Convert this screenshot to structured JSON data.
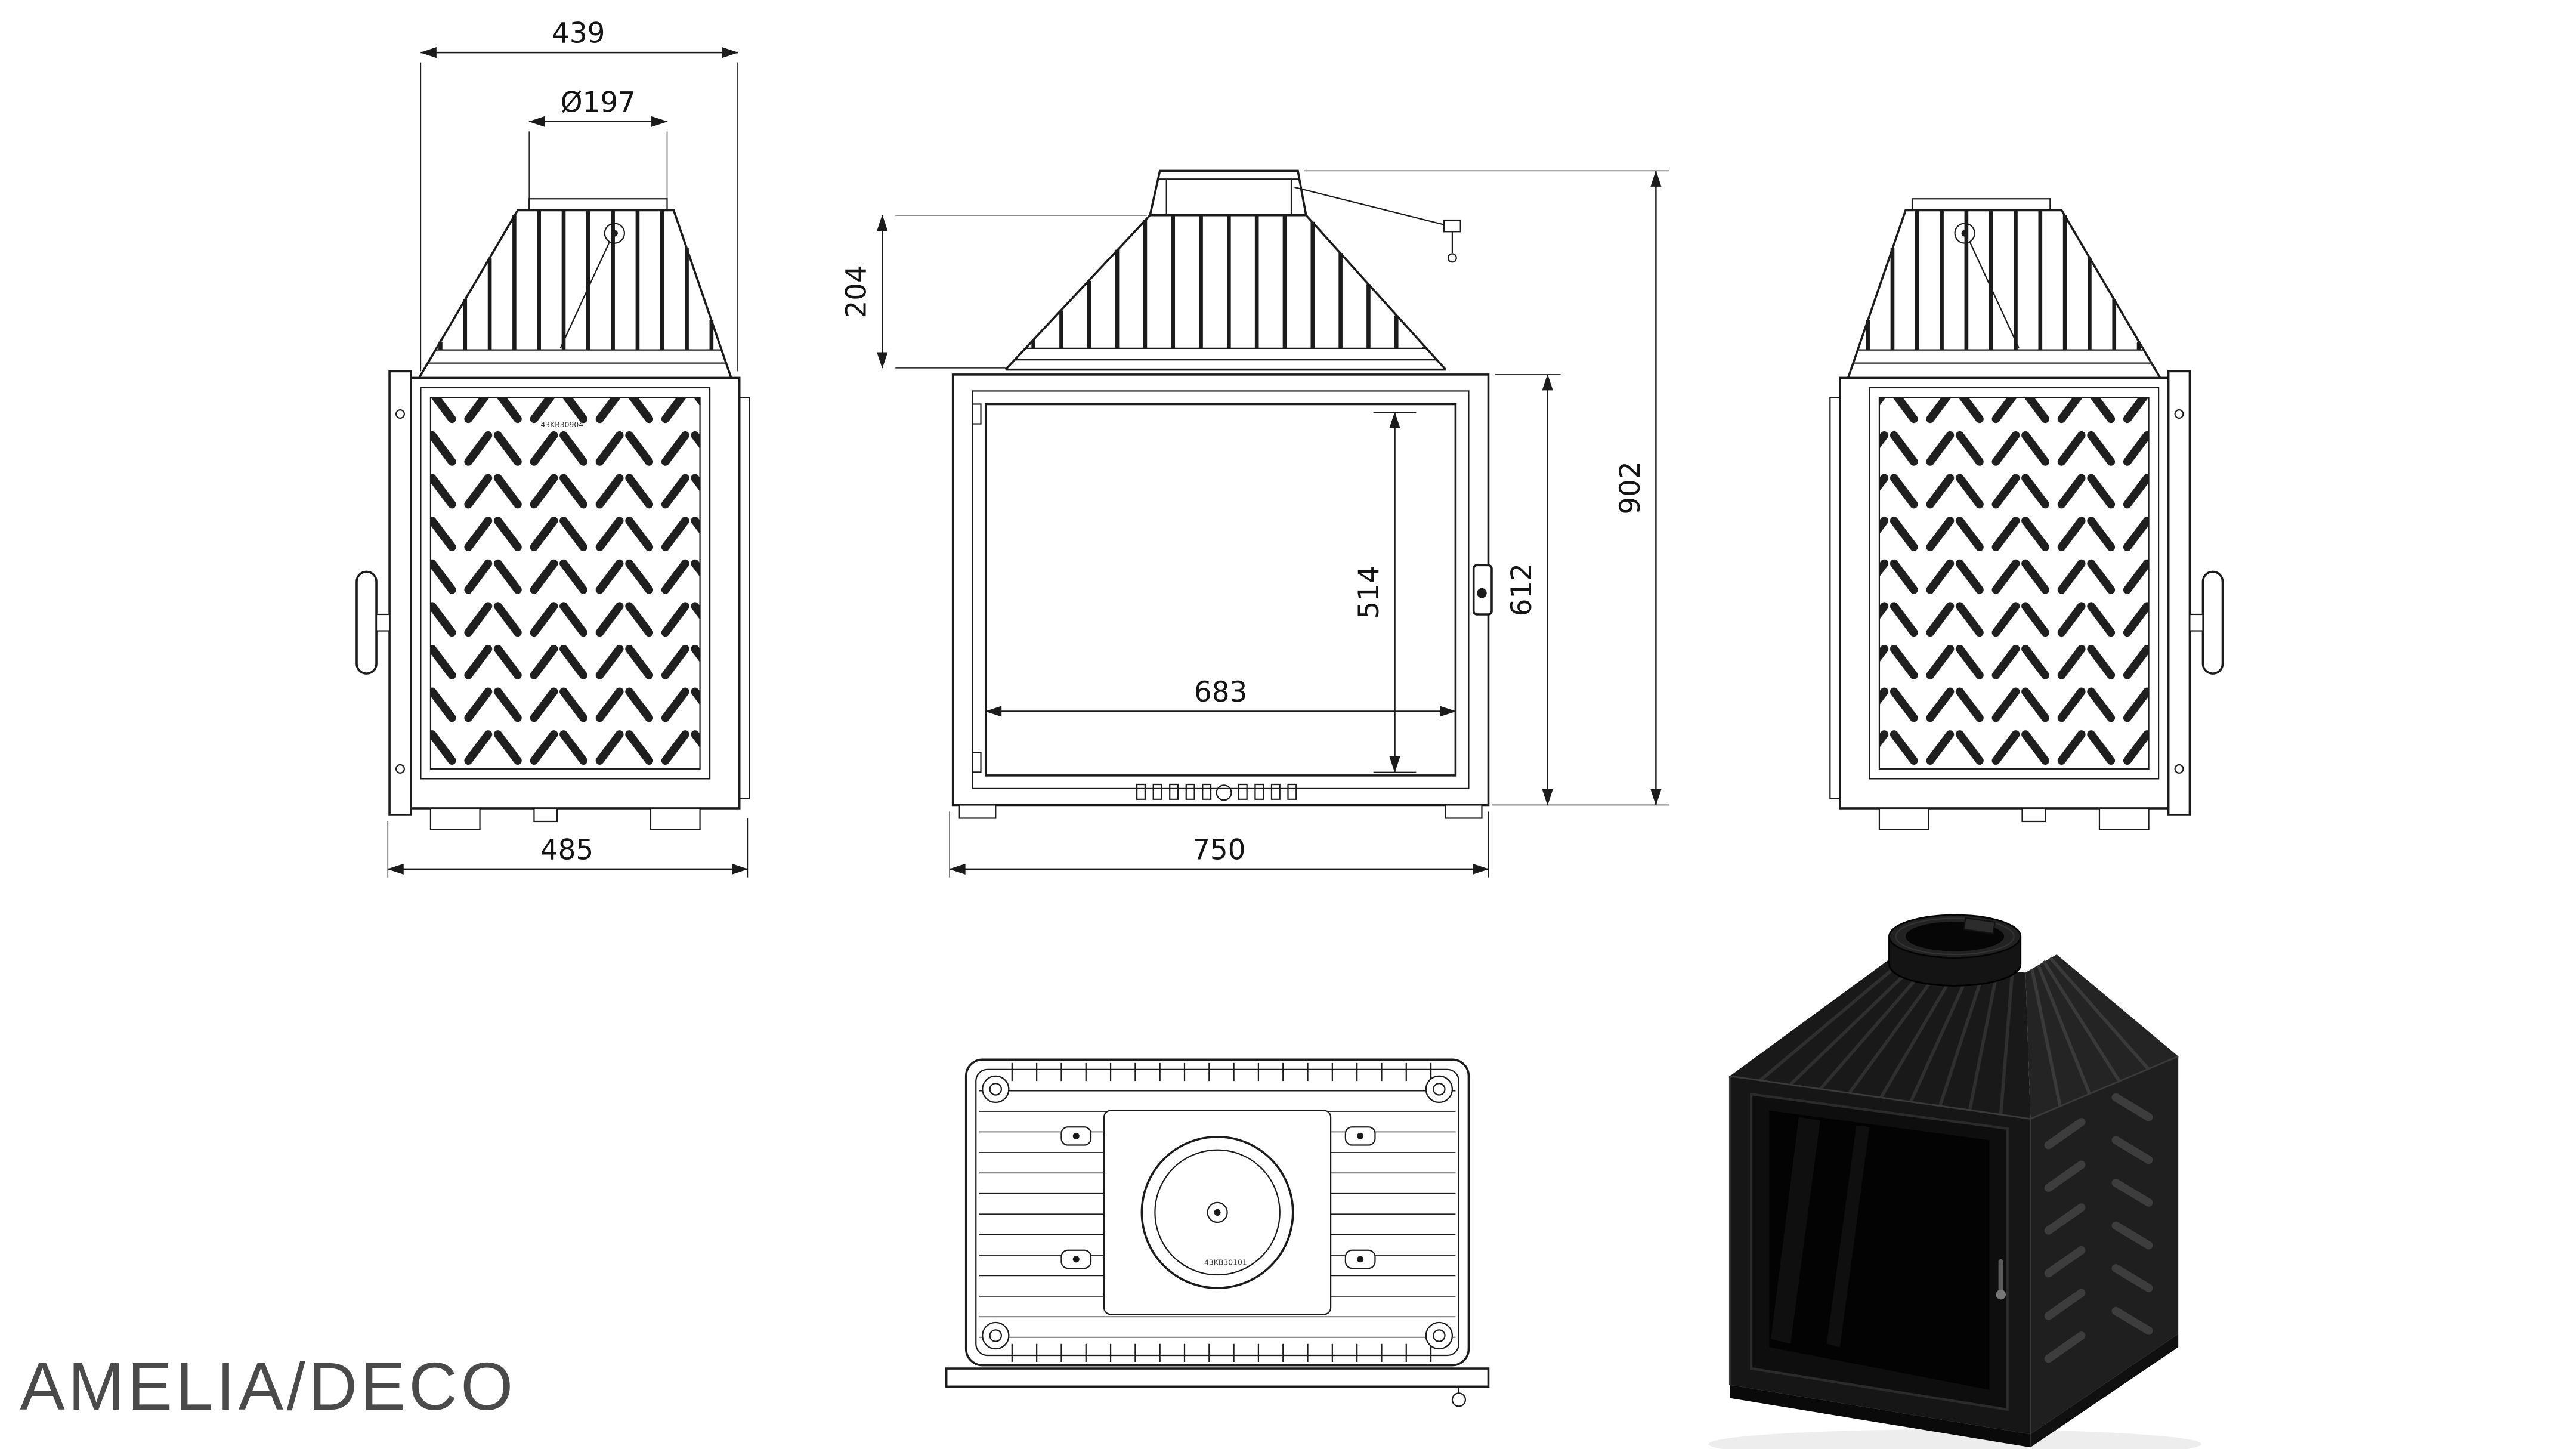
{
  "product": {
    "title": "AMELIA/DECO"
  },
  "views": {
    "side": {
      "dim_top_width": "439",
      "dim_flue_diameter": "Ø197",
      "dim_bottom_width": "485",
      "marking": "43KB30904"
    },
    "front": {
      "dim_hood_height": "204",
      "dim_glass_height": "514",
      "dim_glass_width": "683",
      "dim_door_height": "612",
      "dim_total_height": "902",
      "dim_total_width": "750"
    },
    "top": {
      "marking": "43KB30101"
    }
  }
}
